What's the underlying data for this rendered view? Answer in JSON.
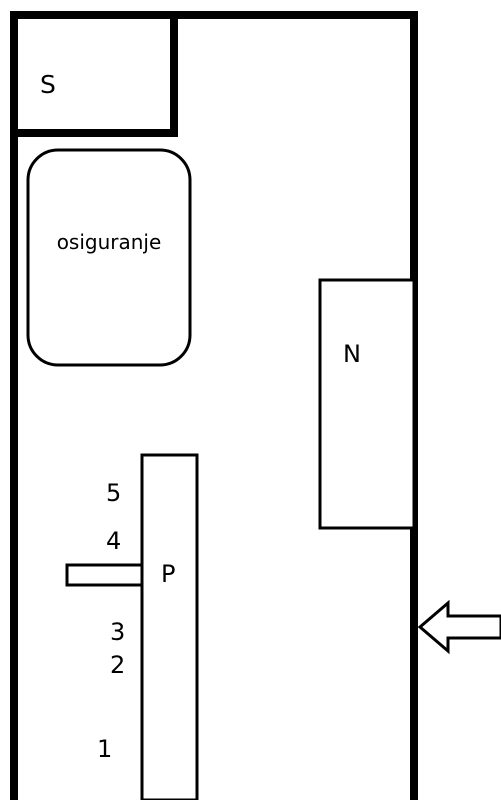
{
  "room": {
    "box_s_label": "S",
    "insurance_label": "osiguranje",
    "box_n_label": "N",
    "bar_p_label": "P",
    "positions": [
      "5",
      "4",
      "3",
      "2",
      "1"
    ]
  },
  "colors": {
    "stroke": "#000000",
    "background": "#ffffff"
  },
  "icons": {
    "entry": "arrow-left-icon"
  }
}
